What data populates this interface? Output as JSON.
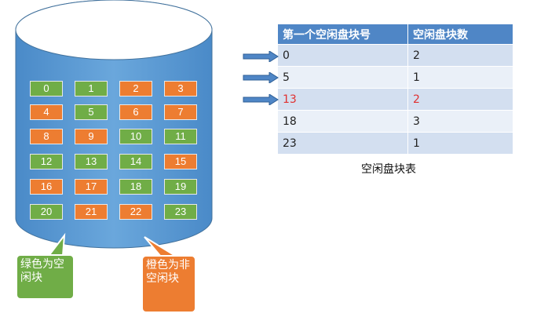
{
  "blocks": [
    {
      "label": "0",
      "status": "free"
    },
    {
      "label": "1",
      "status": "free"
    },
    {
      "label": "2",
      "status": "busy"
    },
    {
      "label": "3",
      "status": "busy"
    },
    {
      "label": "4",
      "status": "busy"
    },
    {
      "label": "5",
      "status": "free"
    },
    {
      "label": "6",
      "status": "busy"
    },
    {
      "label": "7",
      "status": "busy"
    },
    {
      "label": "8",
      "status": "busy"
    },
    {
      "label": "9",
      "status": "busy"
    },
    {
      "label": "10",
      "status": "free"
    },
    {
      "label": "11",
      "status": "free"
    },
    {
      "label": "12",
      "status": "free"
    },
    {
      "label": "13",
      "status": "free"
    },
    {
      "label": "14",
      "status": "free"
    },
    {
      "label": "15",
      "status": "busy"
    },
    {
      "label": "16",
      "status": "busy"
    },
    {
      "label": "17",
      "status": "busy"
    },
    {
      "label": "18",
      "status": "free"
    },
    {
      "label": "19",
      "status": "free"
    },
    {
      "label": "20",
      "status": "free"
    },
    {
      "label": "21",
      "status": "busy"
    },
    {
      "label": "22",
      "status": "busy"
    },
    {
      "label": "23",
      "status": "free"
    }
  ],
  "legend": {
    "green": "绿色为空闲块",
    "orange": "橙色为非空闲块"
  },
  "table": {
    "headers": [
      "第一个空闲盘块号",
      "空闲盘块数"
    ],
    "rows": [
      {
        "first": "0",
        "count": "2",
        "arrow": true,
        "highlight": false
      },
      {
        "first": "5",
        "count": "1",
        "arrow": true,
        "highlight": false
      },
      {
        "first": "13",
        "count": "2",
        "arrow": true,
        "highlight": true
      },
      {
        "first": "18",
        "count": "3",
        "arrow": false,
        "highlight": false
      },
      {
        "first": "23",
        "count": "1",
        "arrow": false,
        "highlight": false
      }
    ],
    "caption": "空闲盘块表"
  },
  "colors": {
    "disk": "#5b9bd5",
    "disk_edge": "#41719c",
    "free": "#70ad47",
    "busy": "#ed7d31",
    "table_header": "#4f86c6",
    "highlight_text": "#e03030"
  },
  "icons": {
    "pointer": "right-arrow-icon",
    "disk": "disk-cylinder-icon"
  }
}
